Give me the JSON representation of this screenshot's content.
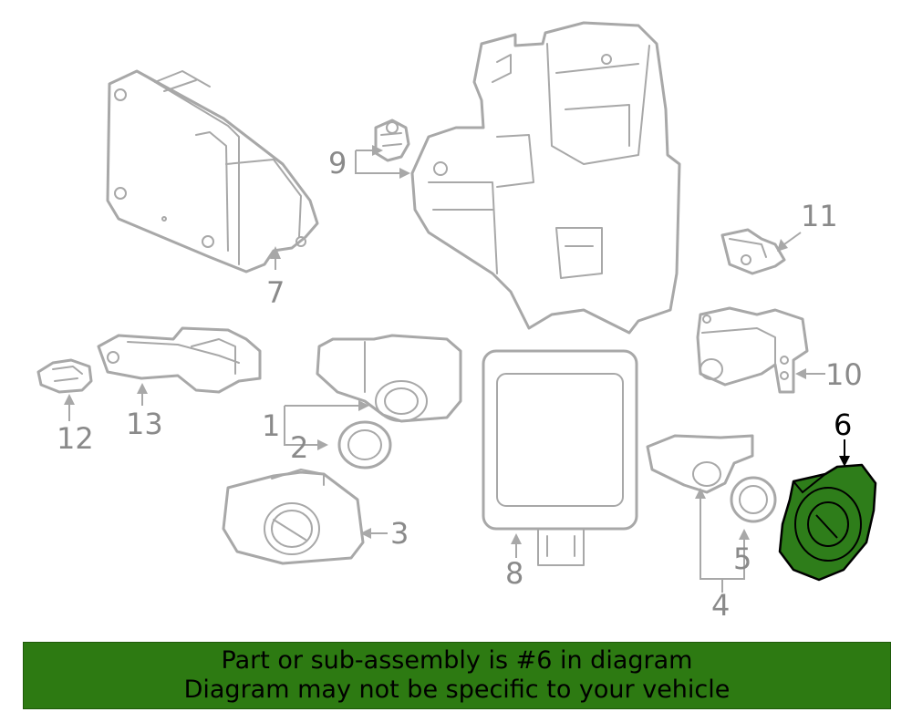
{
  "callouts": {
    "c1": "1",
    "c2": "2",
    "c3": "3",
    "c4": "4",
    "c5": "5",
    "c6": "6",
    "c7": "7",
    "c8": "8",
    "c9": "9",
    "c10": "10",
    "c11": "11",
    "c12": "12",
    "c13": "13"
  },
  "highlight": {
    "part_number": "6",
    "fill_color": "#2e7d1a"
  },
  "banner": {
    "line1": "Part or sub-assembly is #6 in diagram",
    "line2": "Diagram may not be specific to your vehicle",
    "background": "#2d7a12"
  }
}
